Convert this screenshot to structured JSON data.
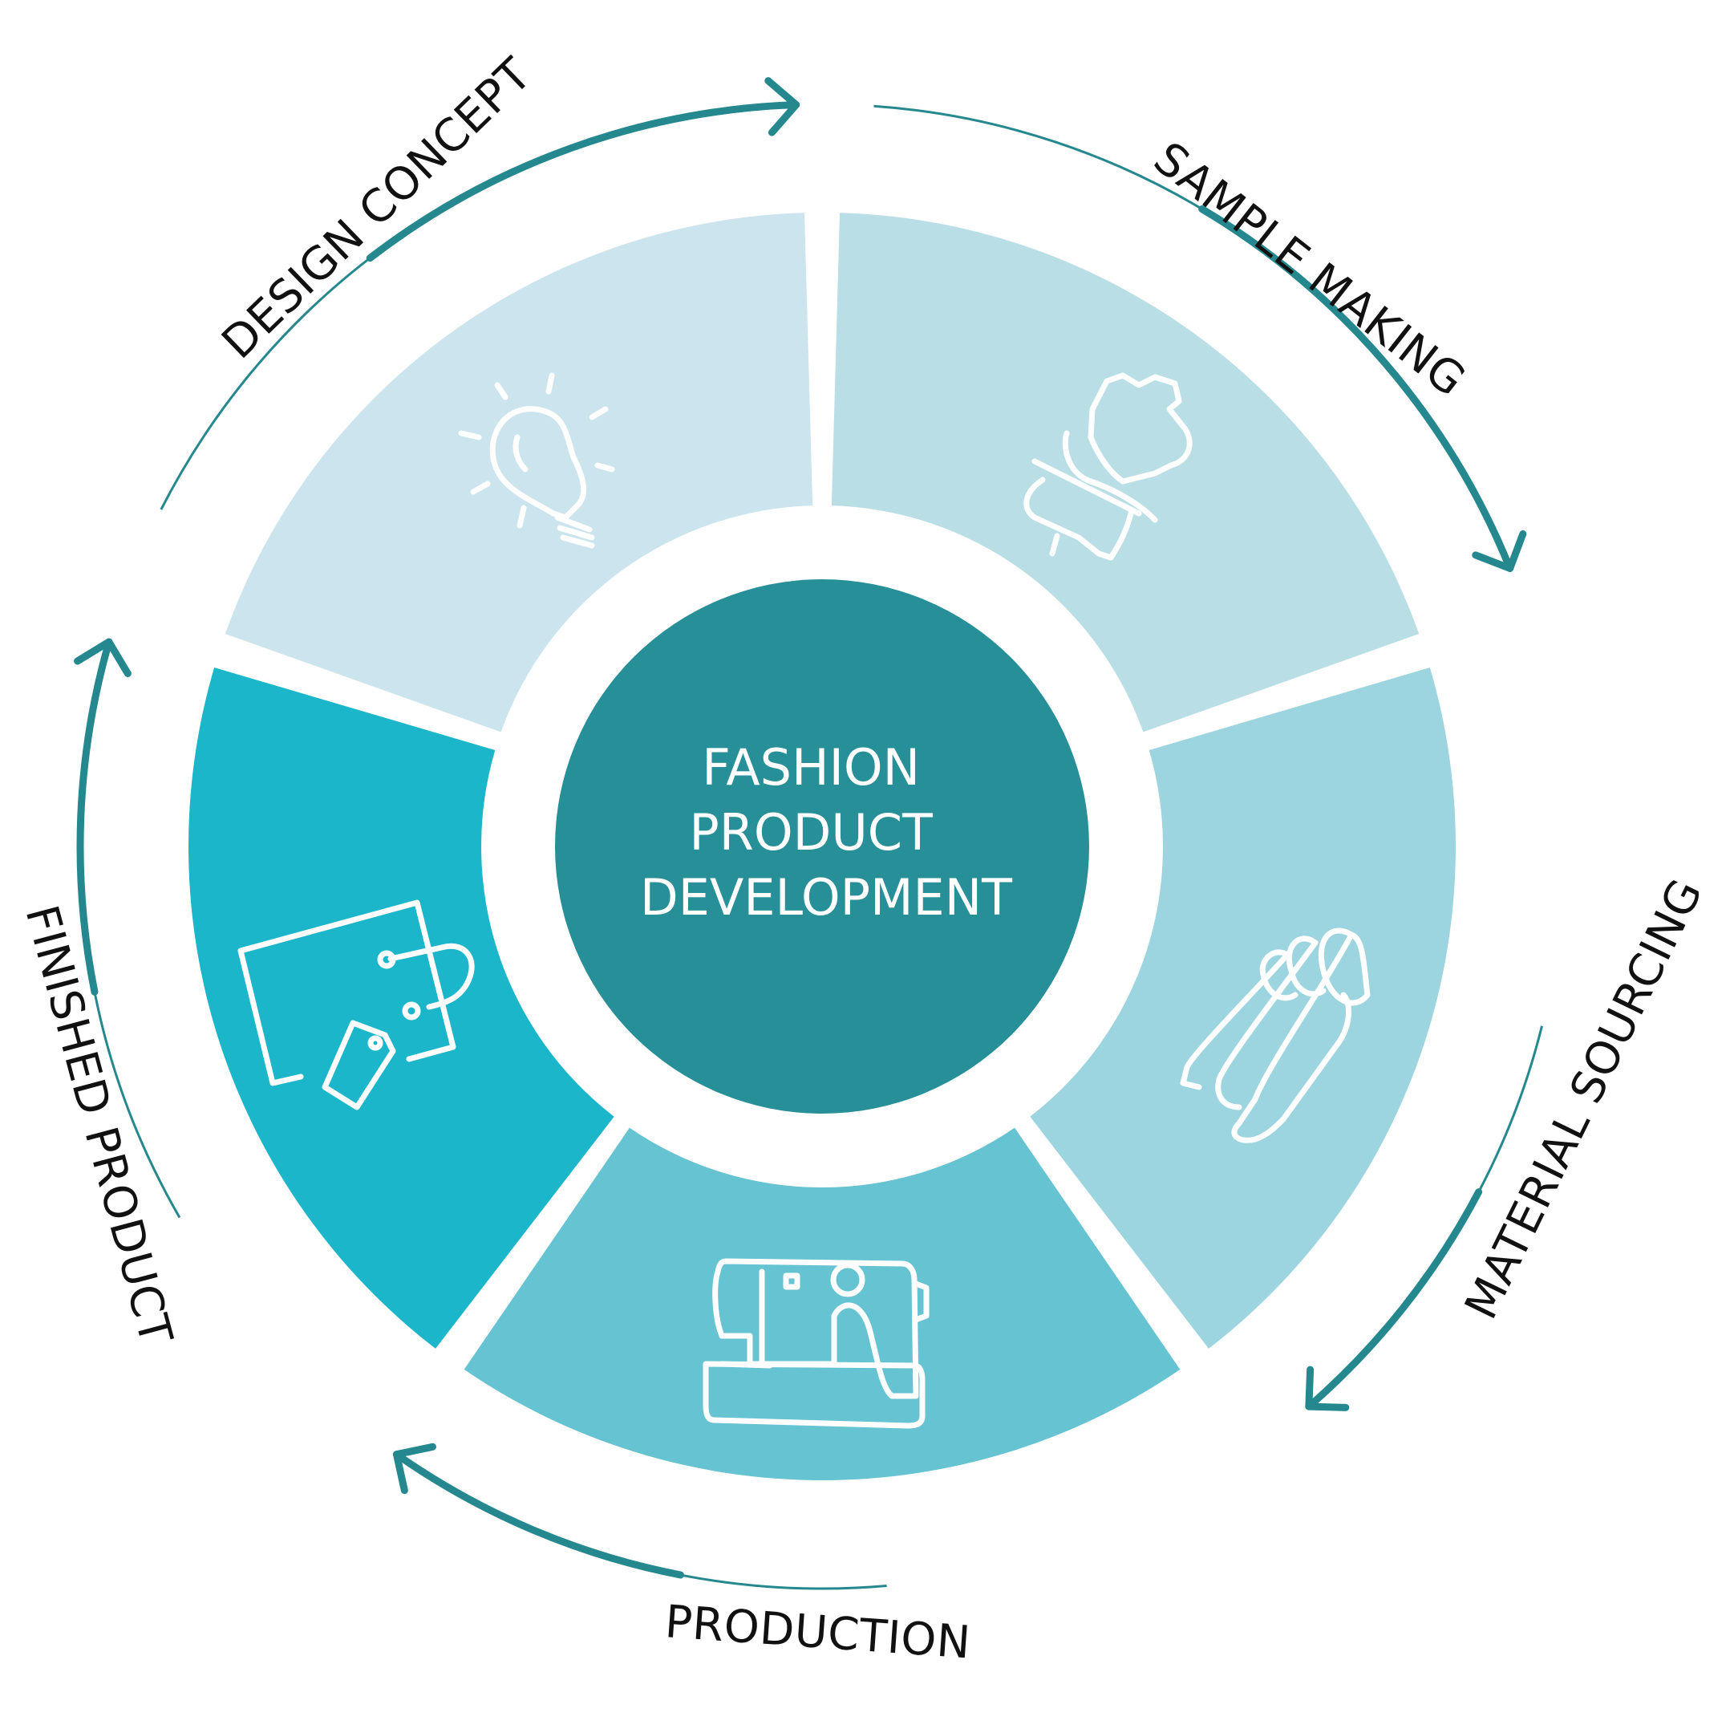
{
  "diagram": {
    "center": {
      "lines": [
        "FASHION",
        "PRODUCT",
        "DEVELOPMENT"
      ],
      "color": "#268f98"
    },
    "colors": {
      "arrow": "#25888f",
      "label": "#111111"
    },
    "stages": [
      {
        "label": "DESIGN CONCEPT",
        "icon": "lightbulb-icon",
        "color": "#cbe4ed"
      },
      {
        "label": "SAMPLE MAKING",
        "icon": "dress-form-icon",
        "color": "#badee6"
      },
      {
        "label": "MATERIAL SOURCING",
        "icon": "fabric-rolls-icon",
        "color": "#9cd5e0"
      },
      {
        "label": "PRODUCTION",
        "icon": "sewing-machine-icon",
        "color": "#65c3d2"
      },
      {
        "label": "FINISHED PRODUCT",
        "icon": "shopping-bag-tag-icon",
        "color": "#1bb6ca"
      }
    ]
  }
}
